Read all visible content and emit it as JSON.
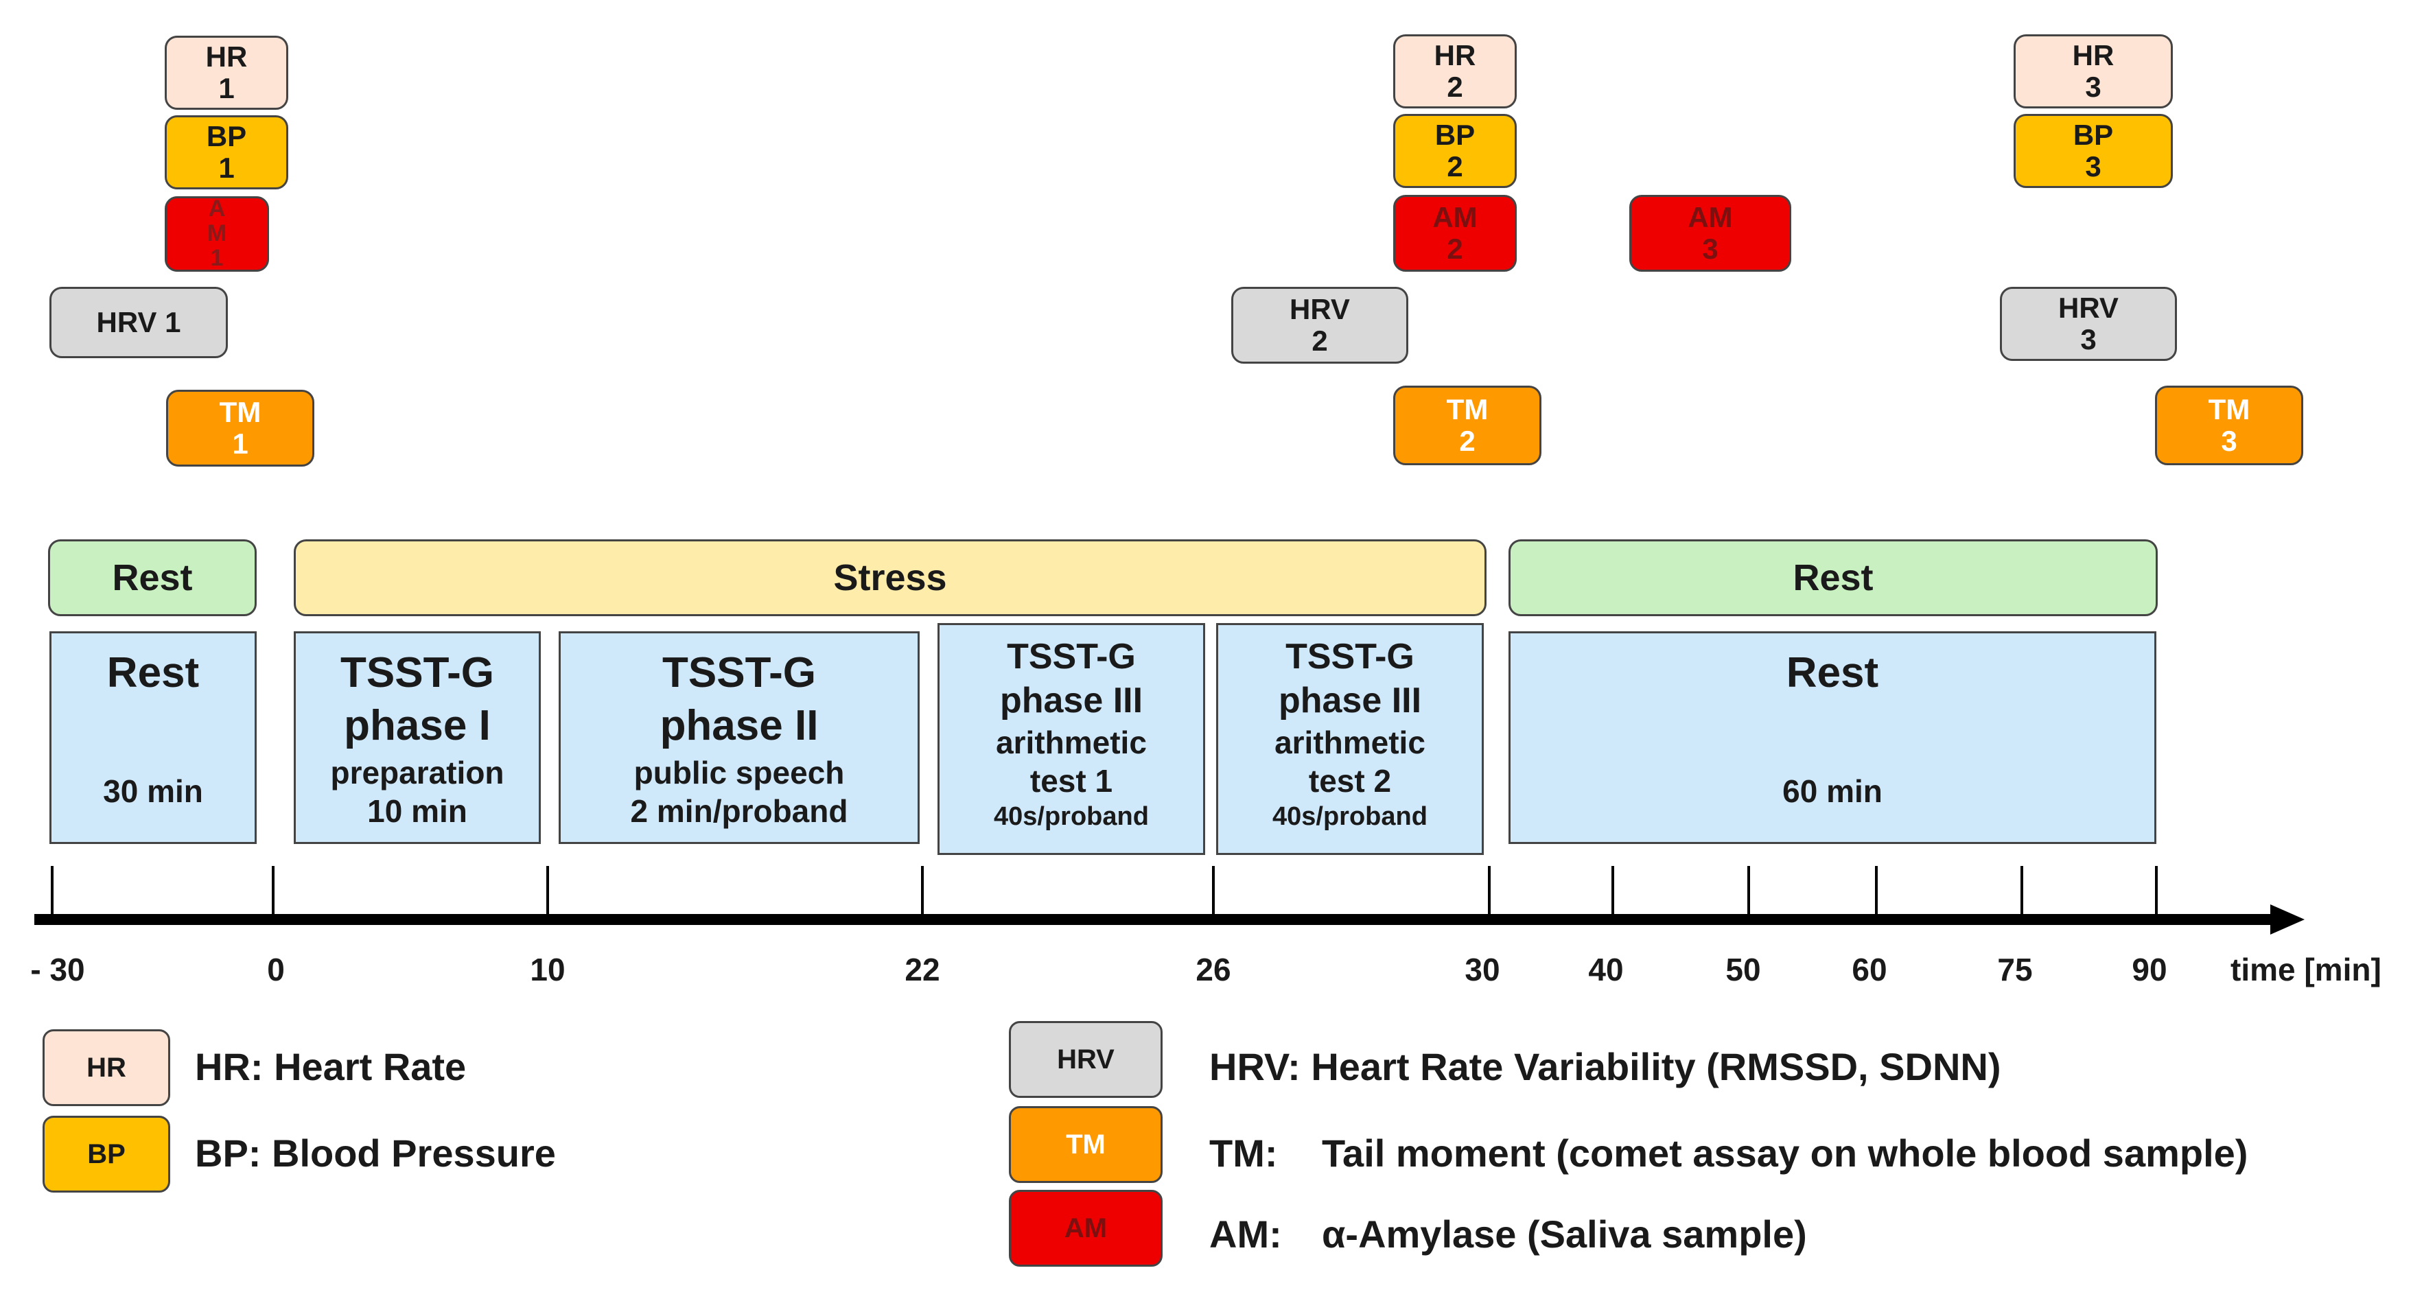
{
  "markers": {
    "hr1": {
      "label": "HR",
      "num": "1"
    },
    "hr2": {
      "label": "HR",
      "num": "2"
    },
    "hr3": {
      "label": "HR",
      "num": "3"
    },
    "bp1": {
      "label": "BP",
      "num": "1"
    },
    "bp2": {
      "label": "BP",
      "num": "2"
    },
    "bp3": {
      "label": "BP",
      "num": "3"
    },
    "am1": {
      "a": "A",
      "m": "M",
      "num": "1"
    },
    "am2": {
      "label": "AM",
      "num": "2"
    },
    "am3": {
      "label": "AM",
      "num": "3"
    },
    "hrv1": {
      "label": "HRV 1"
    },
    "hrv2": {
      "label": "HRV",
      "num": "2"
    },
    "hrv3": {
      "label": "HRV",
      "num": "3"
    },
    "tm1": {
      "label": "TM",
      "num": "1"
    },
    "tm2": {
      "label": "TM",
      "num": "2"
    },
    "tm3": {
      "label": "TM",
      "num": "3"
    }
  },
  "bands": {
    "rest_pre": "Rest",
    "stress": "Stress",
    "rest_post": "Rest"
  },
  "phases": {
    "rest": {
      "title": "Rest",
      "duration": "30 min"
    },
    "tsst1": {
      "title1": "TSST-G",
      "title2": "phase I",
      "sub": "preparation",
      "duration": "10 min"
    },
    "tsst2": {
      "title1": "TSST-G",
      "title2": "phase II",
      "sub": "public speech",
      "duration": "2 min/proband"
    },
    "tsst3a": {
      "title1": "TSST-G",
      "title2": "phase III",
      "sub1": "arithmetic",
      "sub2": "test 1",
      "duration": "40s/proband"
    },
    "tsst3b": {
      "title1": "TSST-G",
      "title2": "phase III",
      "sub1": "arithmetic",
      "sub2": "test 2",
      "duration": "40s/proband"
    },
    "rest2": {
      "title": "Rest",
      "duration": "60 min"
    }
  },
  "axis": {
    "ticks": [
      "- 30",
      "0",
      "10",
      "22",
      "26",
      "30",
      "40",
      "50",
      "60",
      "75",
      "90"
    ],
    "title": "time [min]"
  },
  "legend": {
    "hr": {
      "key": "HR",
      "text": "HR: Heart Rate"
    },
    "bp": {
      "key": "BP",
      "text": "BP: Blood Pressure"
    },
    "hrv": {
      "key": "HRV",
      "text": "HRV: Heart Rate Variability (RMSSD, SDNN)"
    },
    "tm": {
      "key": "TM",
      "text1": "TM:",
      "text2": "Tail moment (comet assay on whole blood sample)"
    },
    "am": {
      "key": "AM",
      "text1": "AM:",
      "text2": "α-Amylase (Saliva sample)"
    }
  },
  "colors": {
    "hr": "#fde4d4",
    "bp": "#ffc000",
    "am": "#ee0000",
    "hrv": "#d9d9d9",
    "tm": "#ff9900",
    "rest_band": "#c9f0c0",
    "stress_band": "#fdecaa",
    "phase_box": "#cfe8fa"
  }
}
